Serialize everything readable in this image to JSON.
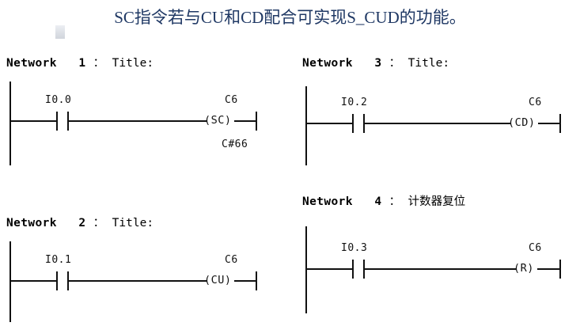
{
  "slide": {
    "heading": "SC指令若与CU和CD配合可实现S_CUD的功能。",
    "heading_color": "#1f3864",
    "background_color": "#ffffff"
  },
  "networks": [
    {
      "id": "network-1",
      "label": "Network",
      "number": "1",
      "separator": "：",
      "subtitle": "Title:",
      "contact": {
        "address": "I0.0",
        "type": "normally-open"
      },
      "coil": {
        "address": "C6",
        "instruction": "(SC)",
        "preset": "C#66"
      }
    },
    {
      "id": "network-2",
      "label": "Network",
      "number": "2",
      "separator": "：",
      "subtitle": "Title:",
      "contact": {
        "address": "I0.1",
        "type": "normally-open"
      },
      "coil": {
        "address": "C6",
        "instruction": "(CU)",
        "preset": ""
      }
    },
    {
      "id": "network-3",
      "label": "Network",
      "number": "3",
      "separator": "：",
      "subtitle": "Title:",
      "contact": {
        "address": "I0.2",
        "type": "normally-open"
      },
      "coil": {
        "address": "C6",
        "instruction": "(CD)",
        "preset": ""
      }
    },
    {
      "id": "network-4",
      "label": "Network",
      "number": "4",
      "separator": "：",
      "subtitle": "计数器复位",
      "contact": {
        "address": "I0.3",
        "type": "normally-open"
      },
      "coil": {
        "address": "C6",
        "instruction": "(R)",
        "preset": ""
      }
    }
  ]
}
